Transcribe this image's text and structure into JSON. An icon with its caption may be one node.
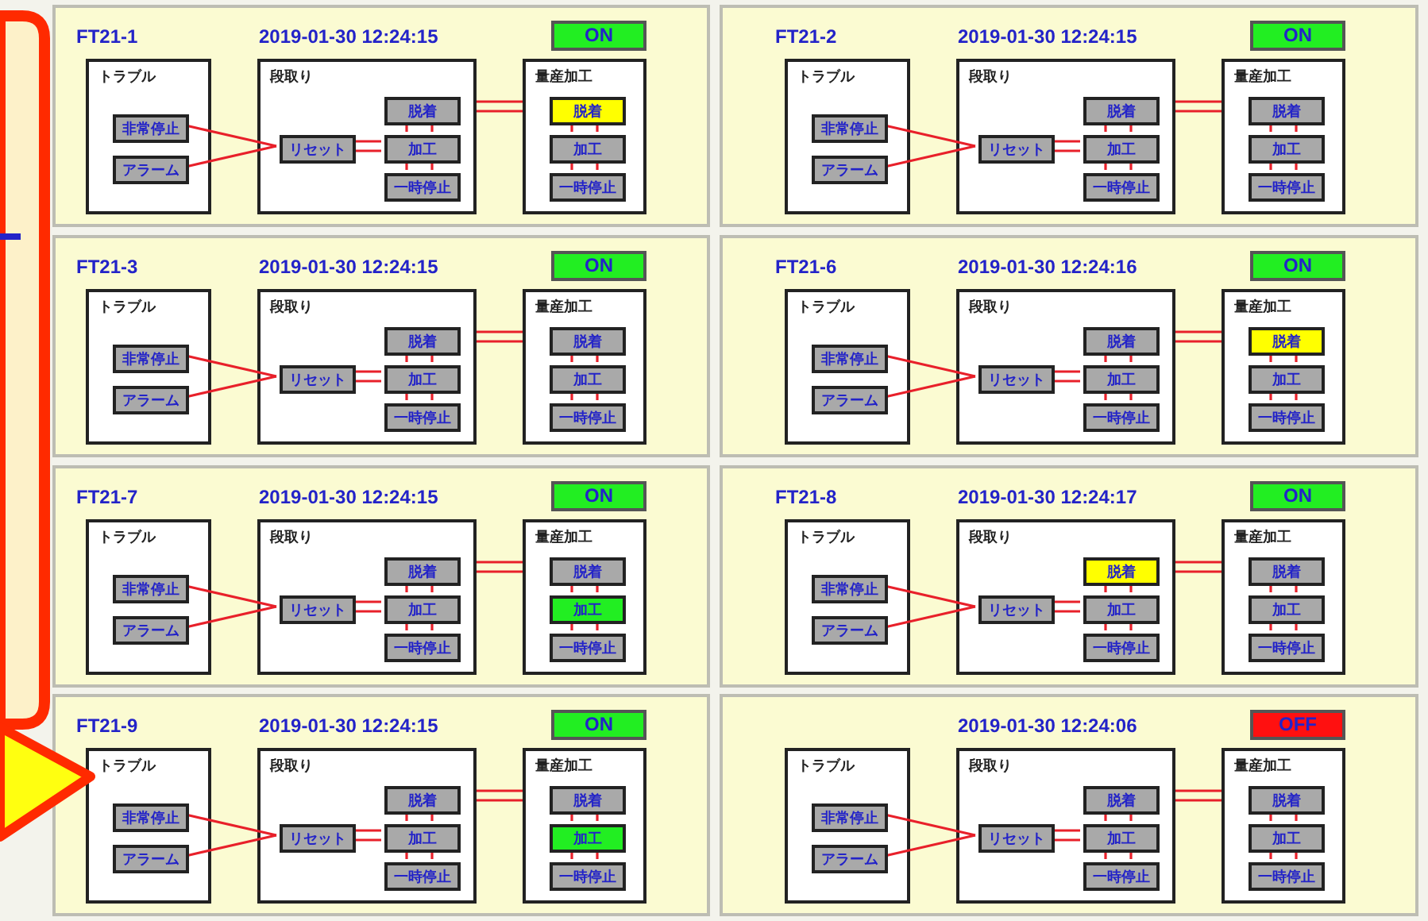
{
  "diagram": {
    "nodes": [
      {
        "text": [
          "FT21-1",
          "2019-01-30 12:24:15"
        ]
      },
      {
        "text": [
          "ON"
        ],
        "in": 0
      },
      {
        "text": [
          "トラブル"
        ],
        "in": 0
      },
      {
        "text": [
          "非常停止"
        ],
        "in": 2
      },
      {
        "text": [
          "アラーム"
        ],
        "in": 2
      },
      {
        "text": [
          "段取り"
        ],
        "in": 0
      },
      {
        "text": [
          "リセット"
        ],
        "in": 5
      },
      {
        "text": [
          "脱着"
        ],
        "in": 5
      },
      {
        "text": [
          "加工"
        ],
        "in": 5
      },
      {
        "text": [
          "一時停止"
        ],
        "in": 5
      },
      {
        "text": [
          "量産加工"
        ],
        "in": 0
      },
      {
        "text": [
          "脱着"
        ],
        "in": 10
      },
      {
        "text": [
          "加工"
        ],
        "in": 10
      },
      {
        "text": [
          "一時停止"
        ],
        "in": 10
      },
      {
        "text": [
          "FT21-2",
          "2019-01-30 12:24:15"
        ]
      },
      {
        "text": [
          "ON"
        ],
        "in": 14
      },
      {
        "text": [
          "トラブル"
        ],
        "in": 14
      },
      {
        "text": [
          "非常停止"
        ],
        "in": 16
      },
      {
        "text": [
          "アラーム"
        ],
        "in": 16
      },
      {
        "text": [
          "段取り"
        ],
        "in": 14
      },
      {
        "text": [
          "リセット"
        ],
        "in": 19
      },
      {
        "text": [
          "脱着"
        ],
        "in": 19
      },
      {
        "text": [
          "加工"
        ],
        "in": 19
      },
      {
        "text": [
          "一時停止"
        ],
        "in": 19
      },
      {
        "text": [
          "量産加工"
        ],
        "in": 14
      },
      {
        "text": [
          "脱着"
        ],
        "in": 24
      },
      {
        "text": [
          "加工"
        ],
        "in": 24
      },
      {
        "text": [
          "一時停止"
        ],
        "in": 24
      },
      {
        "text": [
          "FT21-3",
          "2019-01-30 12:24:15"
        ]
      },
      {
        "text": [
          "ON"
        ],
        "in": 28
      },
      {
        "text": [
          "トラブル"
        ],
        "in": 28
      },
      {
        "text": [
          "非常停止"
        ],
        "in": 30
      },
      {
        "text": [
          "アラーム"
        ],
        "in": 30
      },
      {
        "text": [
          "段取り"
        ],
        "in": 28
      },
      {
        "text": [
          "リセット"
        ],
        "in": 33
      },
      {
        "text": [
          "脱着"
        ],
        "in": 33
      },
      {
        "text": [
          "加工"
        ],
        "in": 33
      },
      {
        "text": [
          "一時停止"
        ],
        "in": 33
      },
      {
        "text": [
          "量産加工"
        ],
        "in": 28
      },
      {
        "text": [
          "脱着"
        ],
        "in": 38
      },
      {
        "text": [
          "加工"
        ],
        "in": 38
      },
      {
        "text": [
          "一時停止"
        ],
        "in": 38
      },
      {
        "text": [
          "FT21-6",
          "2019-01-30 12:24:16"
        ]
      },
      {
        "text": [
          "ON"
        ],
        "in": 42
      },
      {
        "text": [
          "トラブル"
        ],
        "in": 42
      },
      {
        "text": [
          "非常停止"
        ],
        "in": 44
      },
      {
        "text": [
          "アラーム"
        ],
        "in": 44
      },
      {
        "text": [
          "段取り"
        ],
        "in": 42
      },
      {
        "text": [
          "リセット"
        ],
        "in": 47
      },
      {
        "text": [
          "脱着"
        ],
        "in": 47
      },
      {
        "text": [
          "加工"
        ],
        "in": 47
      },
      {
        "text": [
          "一時停止"
        ],
        "in": 47
      },
      {
        "text": [
          "量産加工"
        ],
        "in": 42
      },
      {
        "text": [
          "脱着"
        ],
        "in": 52
      },
      {
        "text": [
          "加工"
        ],
        "in": 52
      },
      {
        "text": [
          "一時停止"
        ],
        "in": 52
      },
      {
        "text": [
          "FT21-7",
          "2019-01-30 12:24:15"
        ]
      },
      {
        "text": [
          "ON"
        ],
        "in": 56
      },
      {
        "text": [
          "トラブル"
        ],
        "in": 56
      },
      {
        "text": [
          "非常停止"
        ],
        "in": 58
      },
      {
        "text": [
          "アラーム"
        ],
        "in": 58
      },
      {
        "text": [
          "段取り"
        ],
        "in": 56
      },
      {
        "text": [
          "リセット"
        ],
        "in": 61
      },
      {
        "text": [
          "脱着"
        ],
        "in": 61
      },
      {
        "text": [
          "加工"
        ],
        "in": 61
      },
      {
        "text": [
          "一時停止"
        ],
        "in": 61
      },
      {
        "text": [
          "量産加工"
        ],
        "in": 56
      },
      {
        "text": [
          "脱着"
        ],
        "in": 66
      },
      {
        "text": [
          "加工"
        ],
        "in": 66
      },
      {
        "text": [
          "一時停止"
        ],
        "in": 66
      },
      {
        "text": [
          "FT21-8",
          "2019-01-30 12:24:17"
        ]
      },
      {
        "text": [
          "ON"
        ],
        "in": 70
      },
      {
        "text": [
          "トラブル"
        ],
        "in": 70
      },
      {
        "text": [
          "非常停止"
        ],
        "in": 72
      },
      {
        "text": [
          "アラーム"
        ],
        "in": 72
      },
      {
        "text": [
          "段取り"
        ],
        "in": 70
      },
      {
        "text": [
          "リセット"
        ],
        "in": 75
      },
      {
        "text": [
          "脱着"
        ],
        "in": 75
      },
      {
        "text": [
          "加工"
        ],
        "in": 75
      },
      {
        "text": [
          "一時停止"
        ],
        "in": 75
      },
      {
        "text": [
          "量産加工"
        ],
        "in": 70
      },
      {
        "text": [
          "脱着"
        ],
        "in": 80
      },
      {
        "text": [
          "加工"
        ],
        "in": 80
      },
      {
        "text": [
          "一時停止"
        ],
        "in": 80
      },
      {
        "text": [
          "FT21-9",
          "2019-01-30 12:24:15"
        ]
      },
      {
        "text": [
          "ON"
        ],
        "in": 84
      },
      {
        "text": [
          "トラブル"
        ],
        "in": 84
      },
      {
        "text": [
          "非常停止"
        ],
        "in": 86
      },
      {
        "text": [
          "アラーム"
        ],
        "in": 86
      },
      {
        "text": [
          "段取り"
        ],
        "in": 84
      },
      {
        "text": [
          "リセット"
        ],
        "in": 89
      },
      {
        "text": [
          "脱着"
        ],
        "in": 89
      },
      {
        "text": [
          "加工"
        ],
        "in": 89
      },
      {
        "text": [
          "一時停止"
        ],
        "in": 89
      },
      {
        "text": [
          "量産加工"
        ],
        "in": 84
      },
      {
        "text": [
          "脱着"
        ],
        "in": 94
      },
      {
        "text": [
          "加工"
        ],
        "in": 94
      },
      {
        "text": [
          "一時停止"
        ],
        "in": 94
      },
      {
        "text": [
          "2019-01-30 12:24:06"
        ]
      },
      {
        "text": [
          "OFF"
        ],
        "in": 98
      },
      {
        "text": [
          "トラブル"
        ],
        "in": 98
      },
      {
        "text": [
          "非常停止"
        ],
        "in": 100
      },
      {
        "text": [
          "アラーム"
        ],
        "in": 100
      },
      {
        "text": [
          "段取り"
        ],
        "in": 98
      },
      {
        "text": [
          "リセット"
        ],
        "in": 103
      },
      {
        "text": [
          "脱着"
        ],
        "in": 103
      },
      {
        "text": [
          "加工"
        ],
        "in": 103
      },
      {
        "text": [
          "一時停止"
        ],
        "in": 103
      },
      {
        "text": [
          "量産加工"
        ],
        "in": 98
      },
      {
        "text": [
          "脱着"
        ],
        "in": 108
      },
      {
        "text": [
          "加工"
        ],
        "in": 108
      },
      {
        "text": [
          "一時停止"
        ],
        "in": 108
      }
    ],
    "edges": [
      {
        "from": 3,
        "to": 6,
        "arrow": "none"
      },
      {
        "from": 4,
        "to": 6,
        "arrow": "none"
      },
      {
        "from": 6,
        "to": 8,
        "arrow": "none"
      },
      {
        "from": 7,
        "to": 8,
        "arrow": "none"
      },
      {
        "from": 8,
        "to": 9,
        "arrow": "none"
      },
      {
        "from": 5,
        "to": 10,
        "arrow": "none"
      },
      {
        "from": 11,
        "to": 12,
        "arrow": "none"
      },
      {
        "from": 12,
        "to": 13,
        "arrow": "none"
      },
      {
        "from": 17,
        "to": 20,
        "arrow": "none"
      },
      {
        "from": 18,
        "to": 20,
        "arrow": "none"
      },
      {
        "from": 20,
        "to": 22,
        "arrow": "none"
      },
      {
        "from": 21,
        "to": 22,
        "arrow": "none"
      },
      {
        "from": 22,
        "to": 23,
        "arrow": "none"
      },
      {
        "from": 19,
        "to": 24,
        "arrow": "none"
      },
      {
        "from": 25,
        "to": 26,
        "arrow": "none"
      },
      {
        "from": 26,
        "to": 27,
        "arrow": "none"
      },
      {
        "from": 31,
        "to": 34,
        "arrow": "none"
      },
      {
        "from": 32,
        "to": 34,
        "arrow": "none"
      },
      {
        "from": 34,
        "to": 36,
        "arrow": "none"
      },
      {
        "from": 35,
        "to": 36,
        "arrow": "none"
      },
      {
        "from": 36,
        "to": 37,
        "arrow": "none"
      },
      {
        "from": 33,
        "to": 38,
        "arrow": "none"
      },
      {
        "from": 39,
        "to": 40,
        "arrow": "none"
      },
      {
        "from": 40,
        "to": 41,
        "arrow": "none"
      },
      {
        "from": 45,
        "to": 48,
        "arrow": "none"
      },
      {
        "from": 46,
        "to": 48,
        "arrow": "none"
      },
      {
        "from": 48,
        "to": 50,
        "arrow": "none"
      },
      {
        "from": 49,
        "to": 50,
        "arrow": "none"
      },
      {
        "from": 50,
        "to": 51,
        "arrow": "none"
      },
      {
        "from": 47,
        "to": 52,
        "arrow": "none"
      },
      {
        "from": 53,
        "to": 54,
        "arrow": "none"
      },
      {
        "from": 54,
        "to": 55,
        "arrow": "none"
      },
      {
        "from": 59,
        "to": 62,
        "arrow": "none"
      },
      {
        "from": 60,
        "to": 62,
        "arrow": "none"
      },
      {
        "from": 62,
        "to": 64,
        "arrow": "none"
      },
      {
        "from": 63,
        "to": 64,
        "arrow": "none"
      },
      {
        "from": 64,
        "to": 65,
        "arrow": "none"
      },
      {
        "from": 61,
        "to": 66,
        "arrow": "none"
      },
      {
        "from": 67,
        "to": 68,
        "arrow": "none"
      },
      {
        "from": 68,
        "to": 69,
        "arrow": "none"
      },
      {
        "from": 73,
        "to": 76,
        "arrow": "none"
      },
      {
        "from": 74,
        "to": 76,
        "arrow": "none"
      },
      {
        "from": 76,
        "to": 78,
        "arrow": "none"
      },
      {
        "from": 77,
        "to": 78,
        "arrow": "none"
      },
      {
        "from": 78,
        "to": 79,
        "arrow": "none"
      },
      {
        "from": 75,
        "to": 80,
        "arrow": "none"
      },
      {
        "from": 81,
        "to": 82,
        "arrow": "none"
      },
      {
        "from": 82,
        "to": 83,
        "arrow": "none"
      },
      {
        "from": 87,
        "to": 90,
        "arrow": "none"
      },
      {
        "from": 88,
        "to": 90,
        "arrow": "none"
      },
      {
        "from": 90,
        "to": 92,
        "arrow": "none"
      },
      {
        "from": 91,
        "to": 92,
        "arrow": "none"
      },
      {
        "from": 92,
        "to": 93,
        "arrow": "none"
      },
      {
        "from": 89,
        "to": 94,
        "arrow": "none"
      },
      {
        "from": 95,
        "to": 96,
        "arrow": "none"
      },
      {
        "from": 96,
        "to": 97,
        "arrow": "none"
      },
      {
        "from": 101,
        "to": 104,
        "arrow": "none"
      },
      {
        "from": 102,
        "to": 104,
        "arrow": "none"
      },
      {
        "from": 104,
        "to": 106,
        "arrow": "none"
      },
      {
        "from": 105,
        "to": 106,
        "arrow": "none"
      },
      {
        "from": 106,
        "to": 107,
        "arrow": "none"
      },
      {
        "from": 103,
        "to": 108,
        "arrow": "none"
      },
      {
        "from": 109,
        "to": 110,
        "arrow": "none"
      },
      {
        "from": 110,
        "to": 111,
        "arrow": "none"
      }
    ]
  }
}
